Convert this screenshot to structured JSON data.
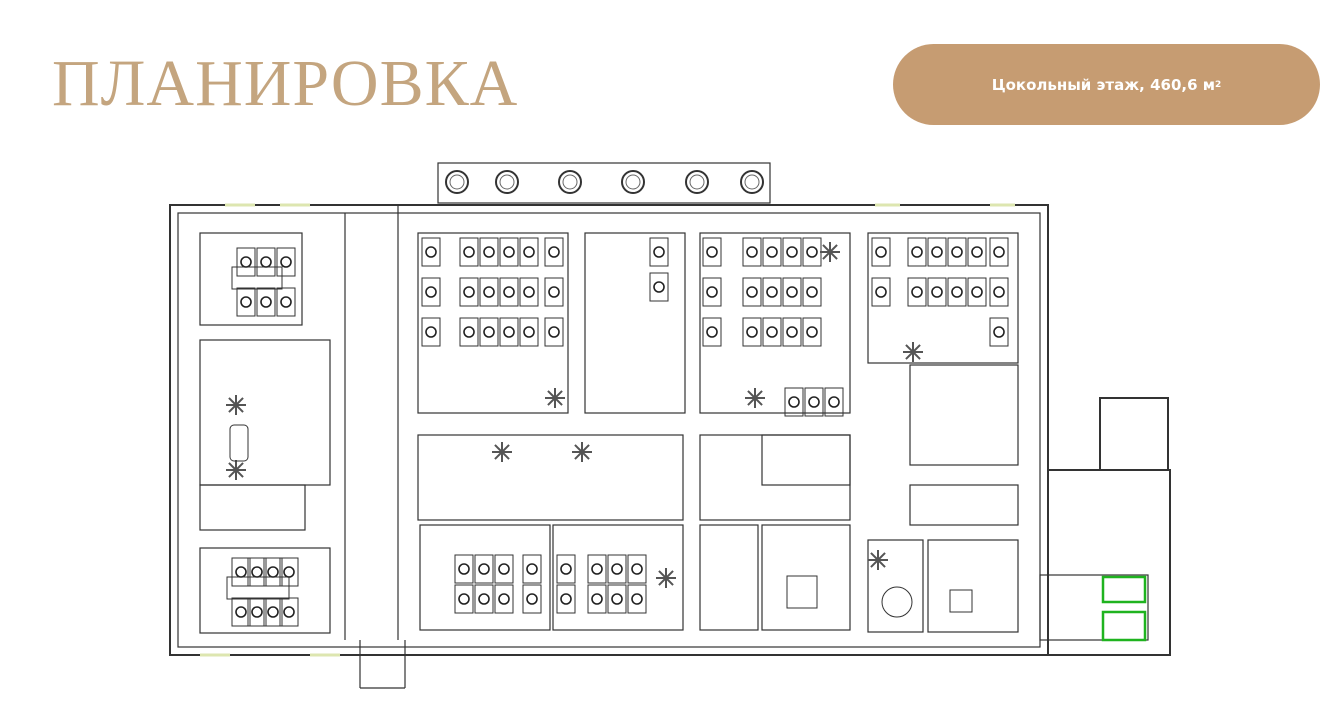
{
  "header": {
    "title": "ПЛАНИРОВКА",
    "floor_badge": "Цокольный этаж, 460,6 м",
    "floor_badge_sup": "2"
  },
  "colors": {
    "title": "#c4a57f",
    "badge": "#c69c72",
    "wall": "#333333",
    "plant": "#555555",
    "restroom_highlight": "#1fb31f"
  }
}
